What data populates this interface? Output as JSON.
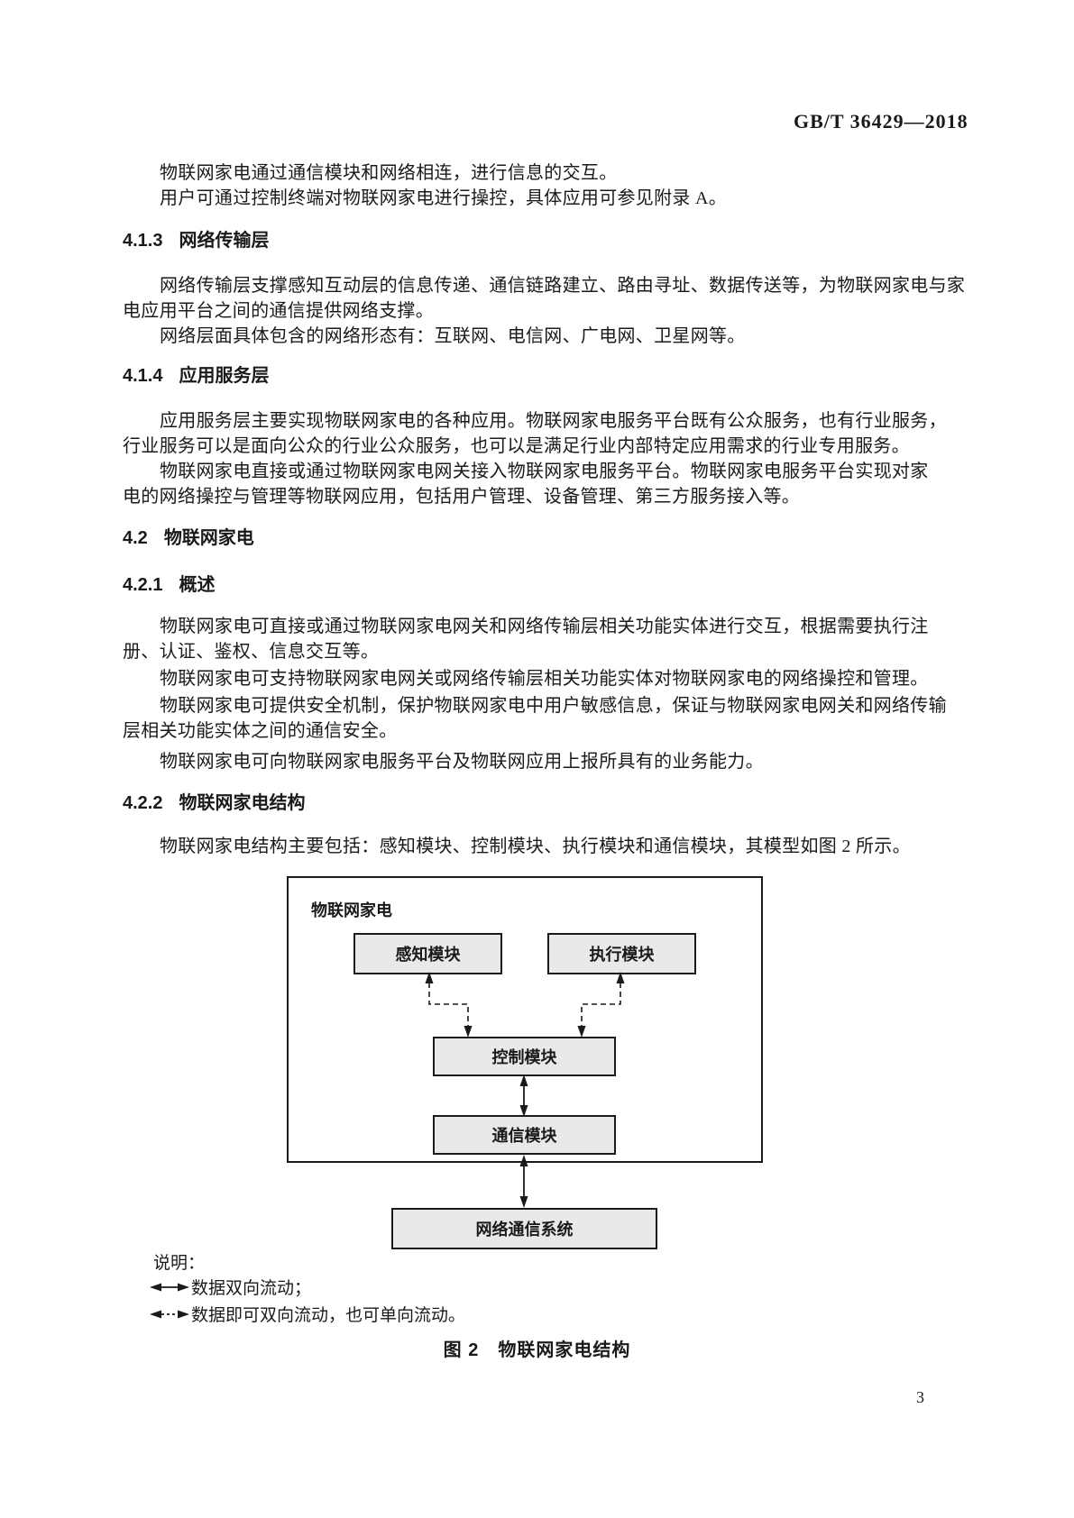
{
  "header": {
    "standard_number": "GB/T 36429—2018"
  },
  "intro": {
    "line1": "物联网家电通过通信模块和网络相连，进行信息的交互。",
    "line2": "用户可通过控制终端对物联网家电进行操控，具体应用可参见附录 A。"
  },
  "sections": {
    "s413": {
      "num": "4.1.3",
      "title": "网络传输层",
      "lines": [
        "网络传输层支撑感知互动层的信息传递、通信链路建立、路由寻址、数据传送等，为物联网家电与家",
        "电应用平台之间的通信提供网络支撑。",
        "网络层面具体包含的网络形态有：互联网、电信网、广电网、卫星网等。"
      ]
    },
    "s414": {
      "num": "4.1.4",
      "title": "应用服务层",
      "lines": [
        "应用服务层主要实现物联网家电的各种应用。物联网家电服务平台既有公众服务，也有行业服务，",
        "行业服务可以是面向公众的行业公众服务，也可以是满足行业内部特定应用需求的行业专用服务。",
        "物联网家电直接或通过物联网家电网关接入物联网家电服务平台。物联网家电服务平台实现对家",
        "电的网络操控与管理等物联网应用，包括用户管理、设备管理、第三方服务接入等。"
      ]
    },
    "s42": {
      "num": "4.2",
      "title": "物联网家电"
    },
    "s421": {
      "num": "4.2.1",
      "title": "概述",
      "lines": [
        "物联网家电可直接或通过物联网家电网关和网络传输层相关功能实体进行交互，根据需要执行注",
        "册、认证、鉴权、信息交互等。",
        "物联网家电可支持物联网家电网关或网络传输层相关功能实体对物联网家电的网络操控和管理。",
        "物联网家电可提供安全机制，保护物联网家电中用户敏感信息，保证与物联网家电网关和网络传输",
        "层相关功能实体之间的通信安全。",
        "物联网家电可向物联网家电服务平台及物联网应用上报所具有的业务能力。"
      ]
    },
    "s422": {
      "num": "4.2.2",
      "title": "物联网家电结构",
      "lines": [
        "物联网家电结构主要包括：感知模块、控制模块、执行模块和通信模块，其模型如图 2 所示。"
      ]
    }
  },
  "figure": {
    "container_label": "物联网家电",
    "boxes": {
      "sense": "感知模块",
      "execute": "执行模块",
      "control": "控制模块",
      "comm": "通信模块",
      "network": "网络通信系统"
    },
    "legend": {
      "label": "说明：",
      "solid": "数据双向流动；",
      "dashed": "数据即可双向流动，也可单向流动。"
    },
    "caption": "图 2　物联网家电结构",
    "colors": {
      "box_fill": "#e9e9e9",
      "line": "#1a1a1a"
    }
  },
  "footer": {
    "page_number": "3"
  }
}
